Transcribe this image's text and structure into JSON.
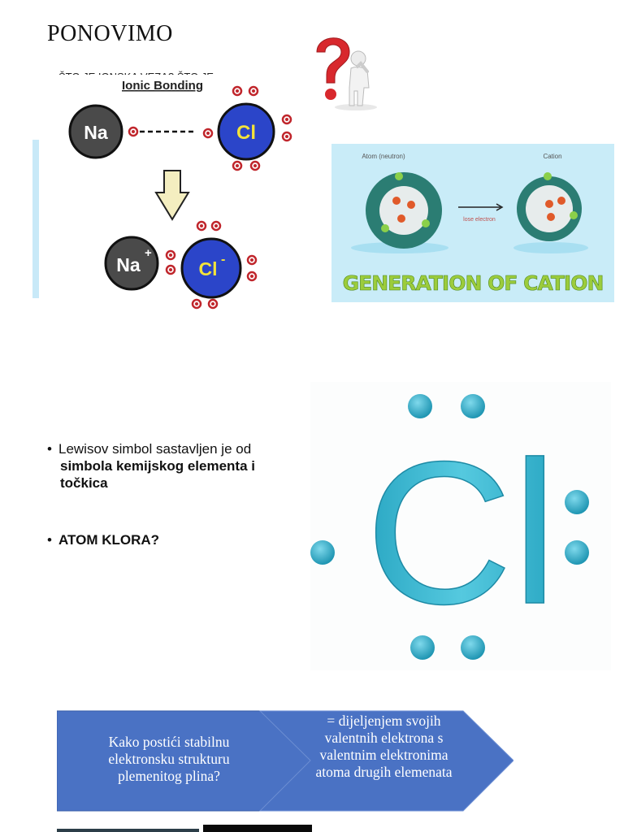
{
  "slide": {
    "title": "PONOVIMO",
    "cut_subtitle": "ŠTO JE IONSKA VEZA? ŠTO JE KOVALENTNA VEZA?"
  },
  "ionic_figure": {
    "heading": "Ionic Bonding",
    "na_label": "Na",
    "cl_label": "Cl",
    "na_ion_label": "Na",
    "na_ion_charge": "+",
    "cl_ion_label": "Cl",
    "cl_ion_charge": "-"
  },
  "cation_figure": {
    "left_label": "Atom (neutron)",
    "right_label": "Cation",
    "arrow_label": "lose electron",
    "banner": "GENERATION OF CATION"
  },
  "cl_lewis": {
    "symbol": "Cl"
  },
  "bullets": {
    "b1_normal": "Lewisov simbol sastavljen je od ",
    "b1_bold": "simbola kemijskog elementa i točkica",
    "b2": "ATOM KLORA?"
  },
  "process_arrow": {
    "left_text": "Kako postići stabilnu elektronsku strukturu plemenitog plina?",
    "right_text": "= dijeljenjem svojih valentnih elektrona s valentnim elektronima atoma drugih elemenata"
  },
  "colors": {
    "arrow_fill": "#4a72c4",
    "cl_cyan": "#3fb6cf",
    "banner_green": "#9ccc3c"
  }
}
